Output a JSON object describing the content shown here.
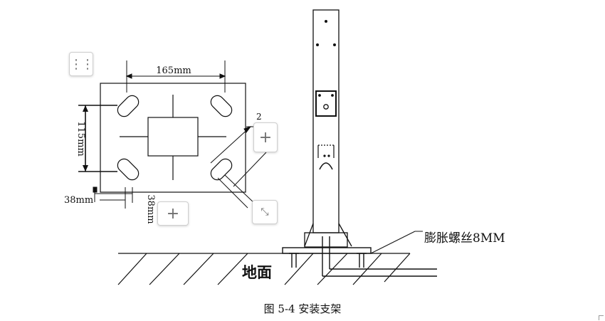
{
  "labels": {
    "width_dim": "165mm",
    "height_dim": "115mm",
    "offset_dim": "38mm",
    "slot_dim": "38mm",
    "bolt": "膨胀螺丝8MM",
    "ground": "地面",
    "partial_mark": "2"
  },
  "caption": "图 5-4  安装支架",
  "controls": {
    "drag_icon": "⋮⋮",
    "plus_icon": "+",
    "expand_icon": "⤡"
  },
  "colors": {
    "line": "#111111",
    "ui_border": "#cfcfcf",
    "ui_icon": "#707070"
  }
}
